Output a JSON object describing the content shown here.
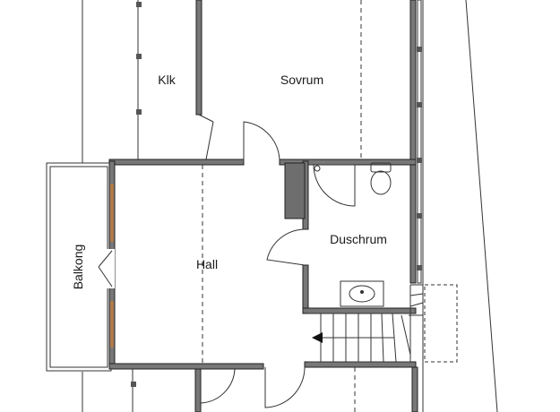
{
  "rooms": {
    "klk": "Klk",
    "sovrum": "Sovrum",
    "balkong": "Balkong",
    "hall": "Hall",
    "duschrum": "Duschrum"
  },
  "colors": {
    "wall": "#777777",
    "wall_outline": "#222222",
    "paper": "#ffffff",
    "line": "#333333",
    "shaft": "#6e6e6e"
  }
}
